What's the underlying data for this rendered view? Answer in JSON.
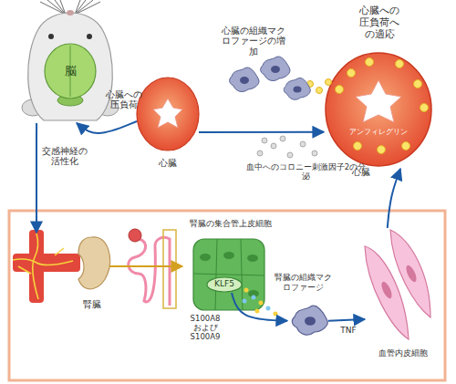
{
  "diagram": {
    "nodes": [
      {
        "text": [
          "脳"
        ]
      },
      {
        "text": [
          "心臓"
        ]
      },
      {
        "text": [
          "心臓の組織マクロファージの増加"
        ]
      },
      {
        "text": [
          "心臓への圧負荷への適応",
          "アンフィレグリン",
          "心臓"
        ]
      },
      {
        "text": [
          "腎臓"
        ]
      },
      {
        "text": [
          "腎臓の集合管上皮細胞"
        ]
      },
      {
        "text": [
          "KLF5"
        ],
        "in": 5
      },
      {
        "text": [
          "腎臓の組織マクロファージ"
        ]
      },
      {
        "text": [
          "血管内皮細胞"
        ]
      }
    ],
    "edges": [
      {
        "from": 1,
        "to": 0,
        "arrow": "to",
        "label": "心臓への圧負荷"
      },
      {
        "from": 0,
        "to": 4,
        "arrow": "to",
        "label": "交感神経の活性化"
      },
      {
        "from": 1,
        "to": 3,
        "arrow": "to"
      },
      {
        "from": 4,
        "to": 5,
        "arrow": "to"
      },
      {
        "from": 6,
        "to": 7,
        "arrow": "to",
        "label": "S100A8 および S100A9"
      },
      {
        "from": 7,
        "to": 8,
        "arrow": "to",
        "label": "TNF"
      },
      {
        "from": 8,
        "to": 3,
        "arrow": "to",
        "label": "血中へのコロニー刺激因子2の分泌"
      }
    ]
  }
}
